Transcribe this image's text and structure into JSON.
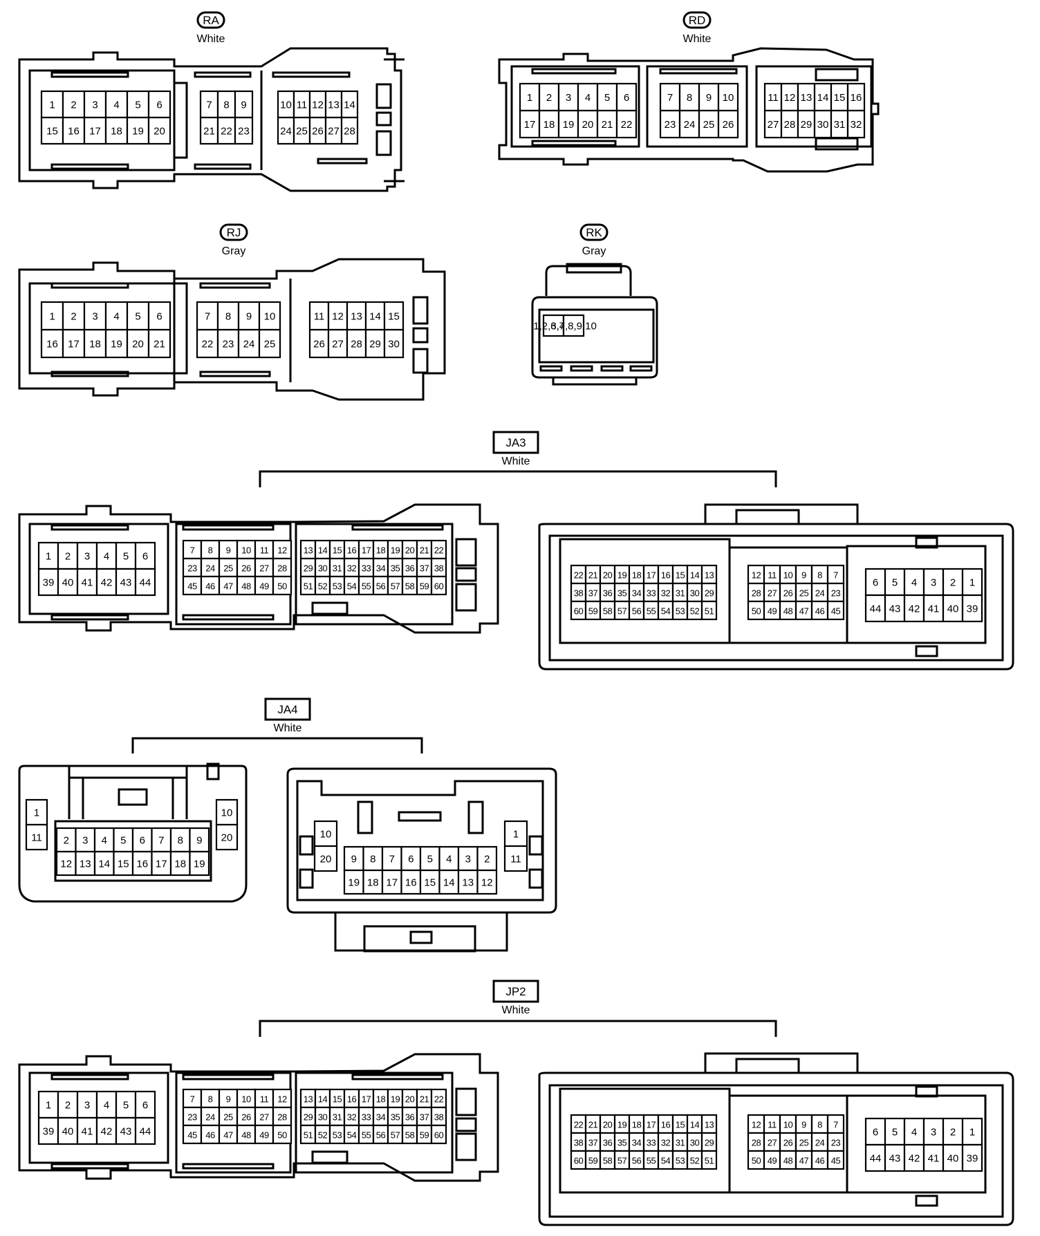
{
  "connectors": {
    "RA": {
      "name": "RA",
      "color": "White",
      "blocks": [
        [
          [
            "1",
            "2",
            "3",
            "4",
            "5",
            "6"
          ],
          [
            "15",
            "16",
            "17",
            "18",
            "19",
            "20"
          ]
        ],
        [
          [
            "7",
            "8",
            "9"
          ],
          [
            "21",
            "22",
            "23"
          ]
        ],
        [
          [
            "10",
            "11",
            "12",
            "13",
            "14"
          ],
          [
            "24",
            "25",
            "26",
            "27",
            "28"
          ]
        ]
      ]
    },
    "RD": {
      "name": "RD",
      "color": "White",
      "blocks": [
        [
          [
            "1",
            "2",
            "3",
            "4",
            "5",
            "6"
          ],
          [
            "17",
            "18",
            "19",
            "20",
            "21",
            "22"
          ]
        ],
        [
          [
            "7",
            "8",
            "9",
            "10"
          ],
          [
            "23",
            "24",
            "25",
            "26"
          ]
        ],
        [
          [
            "11",
            "12",
            "13",
            "14",
            "15",
            "16"
          ],
          [
            "27",
            "28",
            "29",
            "30",
            "31",
            "32"
          ]
        ]
      ]
    },
    "RJ": {
      "name": "RJ",
      "color": "Gray",
      "blocks": [
        [
          [
            "1",
            "2",
            "3",
            "4",
            "5",
            "6"
          ],
          [
            "16",
            "17",
            "18",
            "19",
            "20",
            "21"
          ]
        ],
        [
          [
            "7",
            "8",
            "9",
            "10"
          ],
          [
            "22",
            "23",
            "24",
            "25"
          ]
        ],
        [
          [
            "11",
            "12",
            "13",
            "14",
            "15"
          ],
          [
            "26",
            "27",
            "28",
            "29",
            "30"
          ]
        ]
      ]
    },
    "RK": {
      "name": "RK",
      "color": "Gray",
      "blocks": [
        [
          [
            "1",
            "2",
            "3",
            "4",
            "5"
          ],
          [
            "6",
            "7",
            "8",
            "9",
            "10"
          ]
        ]
      ]
    },
    "JA3": {
      "name": "JA3",
      "color": "White",
      "left_blocks": [
        [
          [
            "1",
            "2",
            "3",
            "4",
            "5",
            "6"
          ],
          [
            "39",
            "40",
            "41",
            "42",
            "43",
            "44"
          ]
        ],
        [
          [
            "7",
            "8",
            "9",
            "10",
            "11",
            "12"
          ],
          [
            "23",
            "24",
            "25",
            "26",
            "27",
            "28"
          ],
          [
            "45",
            "46",
            "47",
            "48",
            "49",
            "50"
          ]
        ],
        [
          [
            "13",
            "14",
            "15",
            "16",
            "17",
            "18",
            "19",
            "20",
            "21",
            "22"
          ],
          [
            "29",
            "30",
            "31",
            "32",
            "33",
            "34",
            "35",
            "36",
            "37",
            "38"
          ],
          [
            "51",
            "52",
            "53",
            "54",
            "55",
            "56",
            "57",
            "58",
            "59",
            "60"
          ]
        ]
      ],
      "right_blocks": [
        [
          [
            "22",
            "21",
            "20",
            "19",
            "18",
            "17",
            "16",
            "15",
            "14",
            "13"
          ],
          [
            "38",
            "37",
            "36",
            "35",
            "34",
            "33",
            "32",
            "31",
            "30",
            "29"
          ],
          [
            "60",
            "59",
            "58",
            "57",
            "56",
            "55",
            "54",
            "53",
            "52",
            "51"
          ]
        ],
        [
          [
            "12",
            "11",
            "10",
            "9",
            "8",
            "7"
          ],
          [
            "28",
            "27",
            "26",
            "25",
            "24",
            "23"
          ],
          [
            "50",
            "49",
            "48",
            "47",
            "46",
            "45"
          ]
        ],
        [
          [
            "6",
            "5",
            "4",
            "3",
            "2",
            "1"
          ],
          [
            "44",
            "43",
            "42",
            "41",
            "40",
            "39"
          ]
        ]
      ]
    },
    "JA4": {
      "name": "JA4",
      "color": "White",
      "left_pins": {
        "side_left": [
          "1",
          "11"
        ],
        "side_right": [
          "10",
          "20"
        ],
        "row1": [
          "2",
          "3",
          "4",
          "5",
          "6",
          "7",
          "8",
          "9"
        ],
        "row2": [
          "12",
          "13",
          "14",
          "15",
          "16",
          "17",
          "18",
          "19"
        ]
      },
      "right_pins": {
        "side_left": [
          "10",
          "20"
        ],
        "side_right": [
          "1",
          "11"
        ],
        "row1": [
          "9",
          "8",
          "7",
          "6",
          "5",
          "4",
          "3",
          "2"
        ],
        "row2": [
          "19",
          "18",
          "17",
          "16",
          "15",
          "14",
          "13",
          "12"
        ]
      }
    },
    "JP2": {
      "name": "JP2",
      "color": "White",
      "left_blocks": [
        [
          [
            "1",
            "2",
            "3",
            "4",
            "5",
            "6"
          ],
          [
            "39",
            "40",
            "41",
            "42",
            "43",
            "44"
          ]
        ],
        [
          [
            "7",
            "8",
            "9",
            "10",
            "11",
            "12"
          ],
          [
            "23",
            "24",
            "25",
            "26",
            "27",
            "28"
          ],
          [
            "45",
            "46",
            "47",
            "48",
            "49",
            "50"
          ]
        ],
        [
          [
            "13",
            "14",
            "15",
            "16",
            "17",
            "18",
            "19",
            "20",
            "21",
            "22"
          ],
          [
            "29",
            "30",
            "31",
            "32",
            "33",
            "34",
            "35",
            "36",
            "37",
            "38"
          ],
          [
            "51",
            "52",
            "53",
            "54",
            "55",
            "56",
            "57",
            "58",
            "59",
            "60"
          ]
        ]
      ],
      "right_blocks": [
        [
          [
            "22",
            "21",
            "20",
            "19",
            "18",
            "17",
            "16",
            "15",
            "14",
            "13"
          ],
          [
            "38",
            "37",
            "36",
            "35",
            "34",
            "33",
            "32",
            "31",
            "30",
            "29"
          ],
          [
            "60",
            "59",
            "58",
            "57",
            "56",
            "55",
            "54",
            "53",
            "52",
            "51"
          ]
        ],
        [
          [
            "12",
            "11",
            "10",
            "9",
            "8",
            "7"
          ],
          [
            "28",
            "27",
            "26",
            "25",
            "24",
            "23"
          ],
          [
            "50",
            "49",
            "48",
            "47",
            "46",
            "45"
          ]
        ],
        [
          [
            "6",
            "5",
            "4",
            "3",
            "2",
            "1"
          ],
          [
            "44",
            "43",
            "42",
            "41",
            "40",
            "39"
          ]
        ]
      ]
    }
  }
}
